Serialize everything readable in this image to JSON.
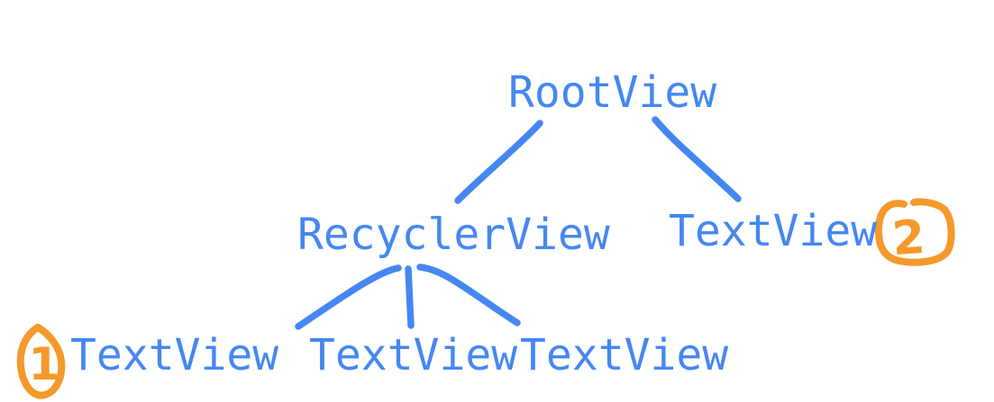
{
  "diagram": {
    "type": "tree-sketch",
    "background_color": "#ffffff",
    "ink_color": "#4587f2",
    "annotation_color": "#f5992b",
    "nodes": [
      {
        "id": "root",
        "label": "RootView"
      },
      {
        "id": "recycler",
        "label": "RecyclerView"
      },
      {
        "id": "text-right",
        "label": "TextView"
      },
      {
        "id": "text-bottom-left",
        "label": "TextView"
      },
      {
        "id": "text-bottom-middle",
        "label": "TextView"
      },
      {
        "id": "text-bottom-right",
        "label": "TextView"
      }
    ],
    "edges": [
      {
        "from": "RootView",
        "to": "RecyclerView"
      },
      {
        "from": "RootView",
        "to": "TextView"
      },
      {
        "from": "RecyclerView",
        "to": "TextView"
      },
      {
        "from": "RecyclerView",
        "to": "TextView"
      },
      {
        "from": "RecyclerView",
        "to": "TextView"
      }
    ],
    "annotations": [
      {
        "value": "1",
        "attached_to": "bottom-left TextView"
      },
      {
        "value": "2",
        "attached_to": "right TextView"
      }
    ]
  }
}
